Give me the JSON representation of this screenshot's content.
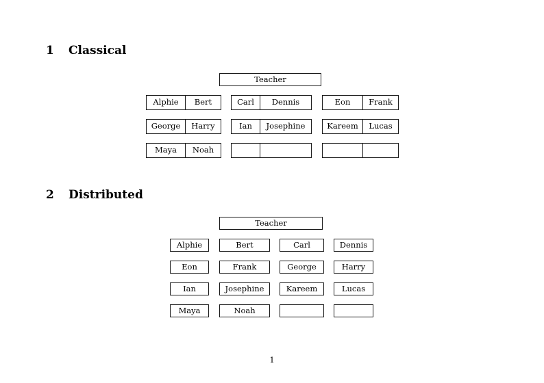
{
  "document": {
    "page_number": "1",
    "sections": [
      {
        "number": "1",
        "title": "Classical"
      },
      {
        "number": "2",
        "title": "Distributed"
      }
    ]
  },
  "classical": {
    "teacher_label": "Teacher",
    "groups": [
      {
        "rows": [
          {
            "left": "Alphie",
            "right": "Bert"
          },
          {
            "left": "George",
            "right": "Harry"
          },
          {
            "left": "Maya",
            "right": "Noah"
          }
        ]
      },
      {
        "rows": [
          {
            "left": "Carl",
            "right": "Dennis"
          },
          {
            "left": "Ian",
            "right": "Josephine"
          },
          {
            "left": "",
            "right": ""
          }
        ]
      },
      {
        "rows": [
          {
            "left": "Eon",
            "right": "Frank"
          },
          {
            "left": "Kareem",
            "right": "Lucas"
          },
          {
            "left": "",
            "right": ""
          }
        ]
      }
    ]
  },
  "distributed": {
    "teacher_label": "Teacher",
    "rows": [
      {
        "c1": "Alphie",
        "c2": "Bert",
        "c3": "Carl",
        "c4": "Dennis"
      },
      {
        "c1": "Eon",
        "c2": "Frank",
        "c3": "George",
        "c4": "Harry"
      },
      {
        "c1": "Ian",
        "c2": "Josephine",
        "c3": "Kareem",
        "c4": "Lucas"
      },
      {
        "c1": "Maya",
        "c2": "Noah",
        "c3": "",
        "c4": ""
      }
    ]
  }
}
